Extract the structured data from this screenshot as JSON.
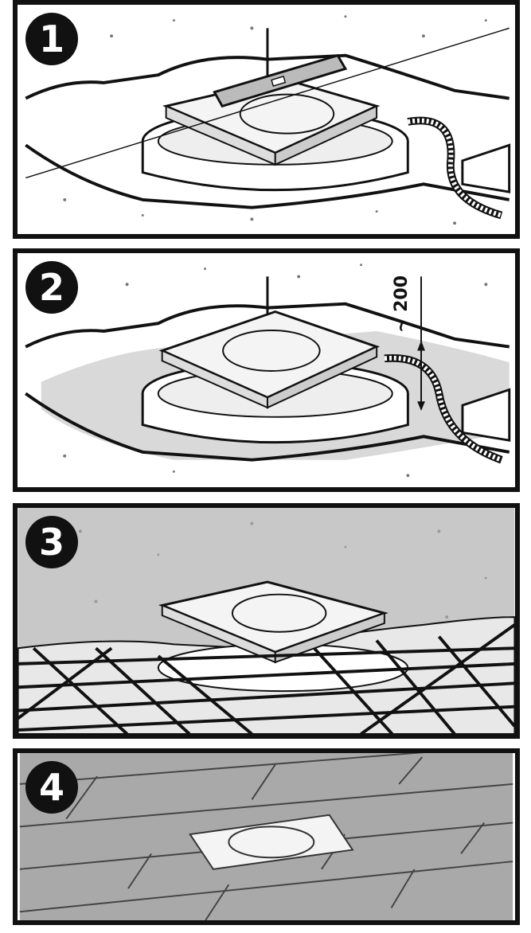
{
  "steps": [
    {
      "number": "1"
    },
    {
      "number": "2",
      "dimension_label": "~ 200"
    },
    {
      "number": "3"
    },
    {
      "number": "4"
    }
  ],
  "colors": {
    "outline": "#111111",
    "gravel": "#d9d9d9",
    "concrete": "#c8c8c8",
    "tiles": "#a9a9a9",
    "wood": "#f4f4f4"
  }
}
